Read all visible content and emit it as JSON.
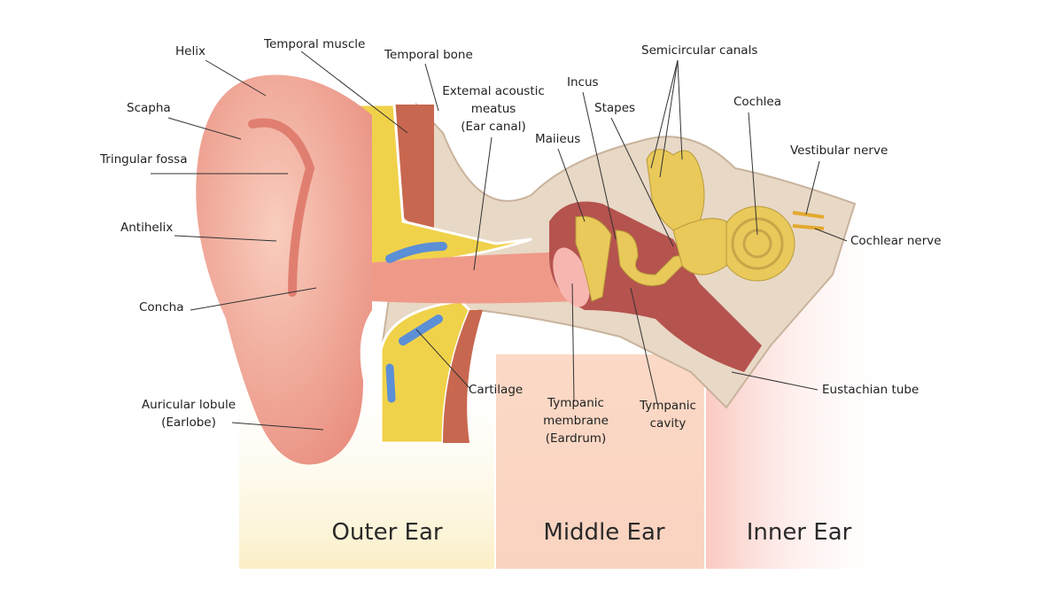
{
  "labels": {
    "helix": "Helix",
    "temporal_muscle": "Temporal muscle",
    "temporal_bone": "Temporal bone",
    "external_meatus": [
      "Extemal acoustic",
      "meatus",
      "(Ear canal)"
    ],
    "incus": "Incus",
    "semicircular_canals": "Semicircular canals",
    "stapes": "Stapes",
    "cochlea": "Cochlea",
    "malleus": "Maiieus",
    "vestibular_nerve": "Vestibular nerve",
    "scapha": "Scapha",
    "triangular_fossa": "Tringular fossa",
    "antihelix": "Antihelix",
    "concha": "Concha",
    "cochlear_nerve": "Cochlear nerve",
    "cartilage": "Cartilage",
    "tympanic_membrane": [
      "Tympanic",
      "membrane",
      "(Eardrum)"
    ],
    "tympanic_cavity": [
      "Tympanic",
      "cavity"
    ],
    "eustachian_tube": "Eustachian tube",
    "auricular_lobule": [
      "Auricular lobule",
      "(Earlobe)"
    ]
  },
  "regions": {
    "outer": "Outer Ear",
    "middle": "Middle Ear",
    "inner": "Inner Ear"
  },
  "colors": {
    "skin": "#f2a99a",
    "bone": "#e8d8c6",
    "cartilage_fill": "#f0d24a",
    "cavity": "#b5534e",
    "ossicles": "#e9c95a",
    "vessel": "#5b8fd6"
  }
}
